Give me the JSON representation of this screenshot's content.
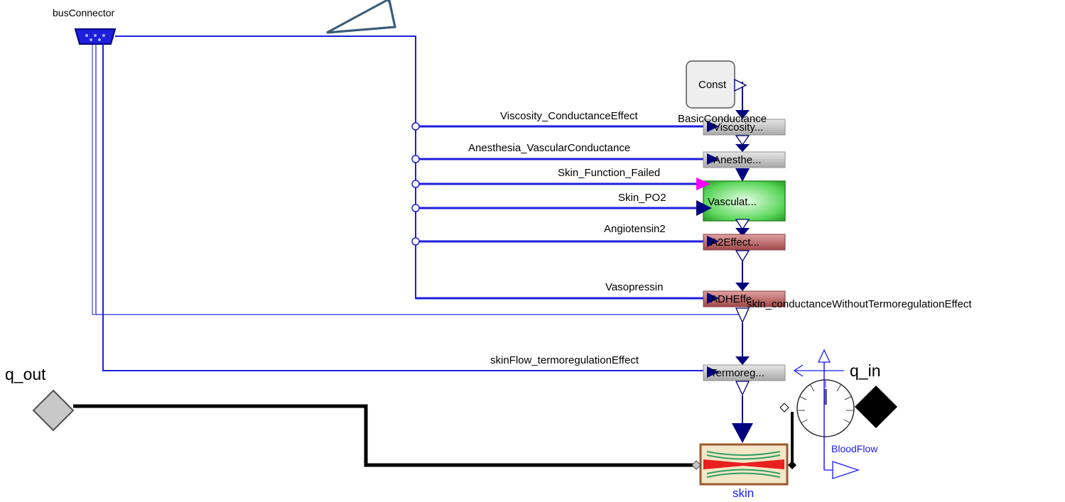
{
  "bus_connector": {
    "label": "busConnector"
  },
  "signals": {
    "viscosity": "Viscosity_ConductanceEffect",
    "anesthesia": "Anesthesia_VascularConductance",
    "skin_failed": "Skin_Function_Failed",
    "skin_po2": "Skin_PO2",
    "angiotensin": "Angiotensin2",
    "vasopressin": "Vasopressin",
    "skinflow": "skinFlow_termoregulationEffect",
    "conductance_out": "skin_conductanceWithoutTermoregulationEffect"
  },
  "blocks": {
    "const": "Const",
    "basic_conductance": "BasicConductance",
    "viscosity": "Viscosity...",
    "anesthesia": "Anesthe...",
    "vascular": "Vasculat...",
    "a2effect": "A2Effect...",
    "adheffect": "ADHEffe...",
    "termoreg": "Termoreg...",
    "skin": "skin",
    "bloodflow": "BloodFlow"
  },
  "ports": {
    "q_out": "q_out",
    "q_in": "q_in"
  },
  "colors": {
    "bus_line": "#1e1edc",
    "signal_arrow": "#00007f",
    "grey_block": "#c8c8c8",
    "green_block": "#36c236",
    "red_block": "#c07070",
    "failed_arrow": "#ff00ff",
    "flow_line": "#000000",
    "callout": "#3a5c7a"
  }
}
